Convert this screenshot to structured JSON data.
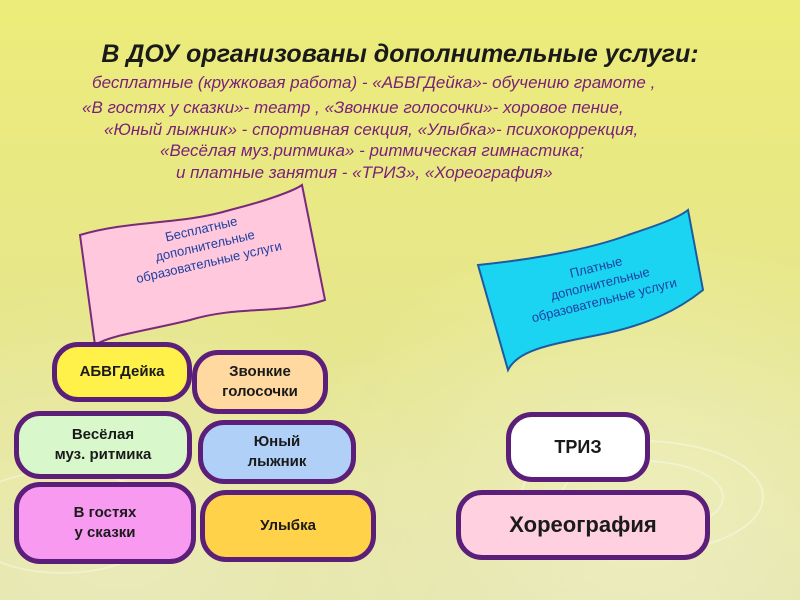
{
  "header": {
    "title": "В ДОУ организованы дополнительные услуги:",
    "lines": [
      "бесплатные (кружковая работа) - «АБВГДейка»- обучению грамоте ,",
      "«В гостях у сказки»- театр , «Звонкие голосочки»- хоровое пение,",
      "«Юный лыжник» - спортивная секция, «Улыбка»- психокоррекция,",
      "«Весёлая муз.ритмика»  - ритмическая гимнастика;",
      "и платные занятия - «ТРИЗ», «Хореография»"
    ]
  },
  "free_flag": {
    "label": "Бесплатные\nдополнительные\nобразовательные услуги",
    "color": "#ffc8dc",
    "border": "#7a2a7a"
  },
  "paid_flag": {
    "label": "Платные\nдополнительные\nобразовательные услуги",
    "color": "#1ad4f2",
    "border": "#1f5aa0"
  },
  "free_services": [
    {
      "label": "АБВГДейка",
      "color": "#fff04a"
    },
    {
      "label": "Звонкие\nголосочки",
      "color": "#ffd9a0"
    },
    {
      "label": "Весёлая\nмуз. ритмика",
      "color": "#d8f8cc"
    },
    {
      "label": "Юный\nлыжник",
      "color": "#b0d0f8"
    },
    {
      "label": "В гостях\nу сказки",
      "color": "#f79af0"
    },
    {
      "label": "Улыбка",
      "color": "#ffd24a"
    }
  ],
  "paid_services": [
    {
      "label": "ТРИЗ",
      "color": "#ffffff"
    },
    {
      "label": "Хореография",
      "color": "#ffd0e0"
    }
  ],
  "colors": {
    "border": "#5b1f7a",
    "title": "#1a1a1a",
    "subtitle": "#7a1f7a"
  }
}
